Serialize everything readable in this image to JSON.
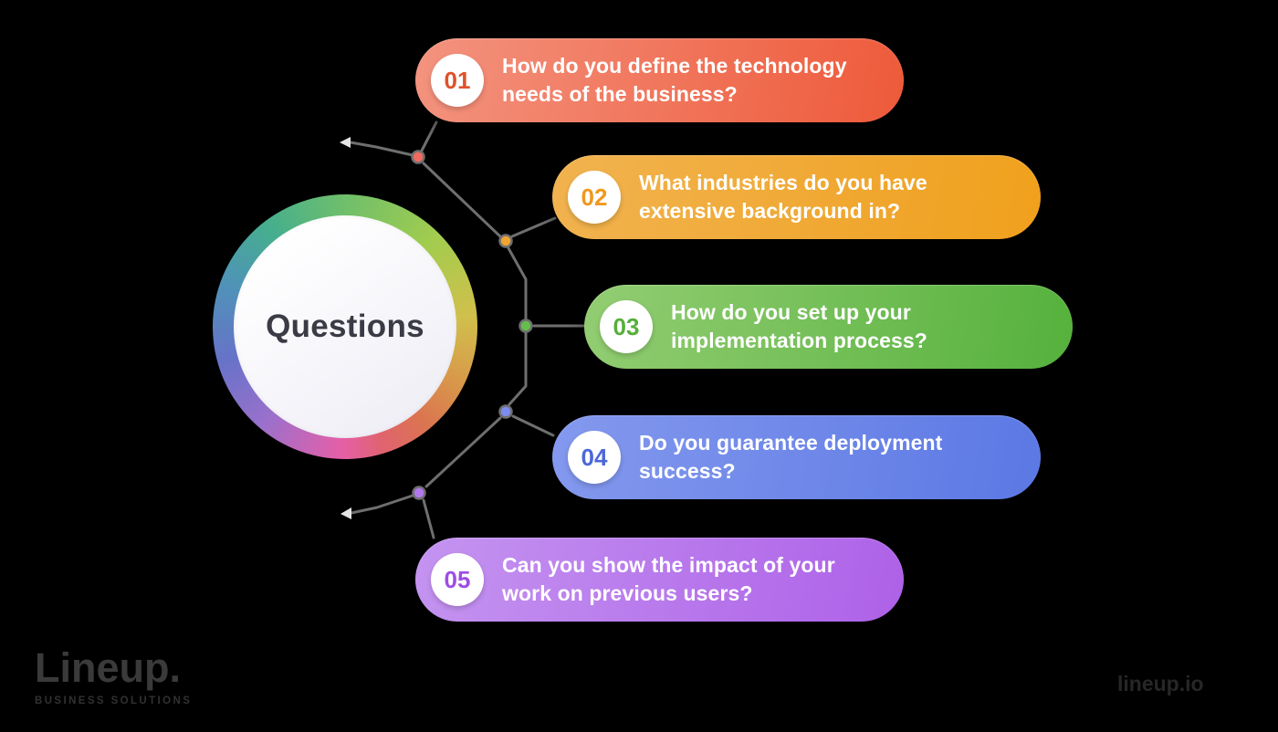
{
  "canvas": {
    "background": "#000000"
  },
  "center": {
    "label": "Questions",
    "label_color": "#3b3b45",
    "ring_colors": [
      "#6fbf6b 0deg",
      "#a2cc4e 45deg",
      "#d0c04c 85deg",
      "#d89a4a 115deg",
      "#db7550 140deg",
      "#e0636e 162deg",
      "#e55fa8 182deg",
      "#9a70cc 220deg",
      "#6673c8 255deg",
      "#4f93b8 290deg",
      "#45ae8e 322deg",
      "#6fbf6b 360deg"
    ]
  },
  "items": [
    {
      "number": "01",
      "text": "How do you define the technology needs of the business?",
      "gradient": [
        "#f3937f",
        "#ee5a3a"
      ],
      "number_color": "#e0512a",
      "dot_color": "#f06a60"
    },
    {
      "number": "02",
      "text": "What industries do you have extensive background in?",
      "gradient": [
        "#f1b350",
        "#f0a01c"
      ],
      "number_color": "#f0991c",
      "dot_color": "#f0a532"
    },
    {
      "number": "03",
      "text": "How do you set up your implementation process?",
      "gradient": [
        "#93cd73",
        "#55b13c"
      ],
      "number_color": "#55af3a",
      "dot_color": "#64be4c"
    },
    {
      "number": "04",
      "text": "Do you guarantee deployment success?",
      "gradient": [
        "#8499ee",
        "#5b78e4"
      ],
      "number_color": "#4c68d9",
      "dot_color": "#7b8bf0"
    },
    {
      "number": "05",
      "text": "Can you show the impact of your work on previous users?",
      "gradient": [
        "#c494f0",
        "#ae61e8"
      ],
      "number_color": "#9c4ee2",
      "dot_color": "#b279ee"
    }
  ],
  "connectors": {
    "line_color": "#6f6f6f",
    "arrow_color": "#e5e5e5"
  },
  "footer": {
    "logo_text": "Lineup.",
    "logo_tagline": "BUSINESS SOLUTIONS",
    "watermark": "lineup.io"
  }
}
